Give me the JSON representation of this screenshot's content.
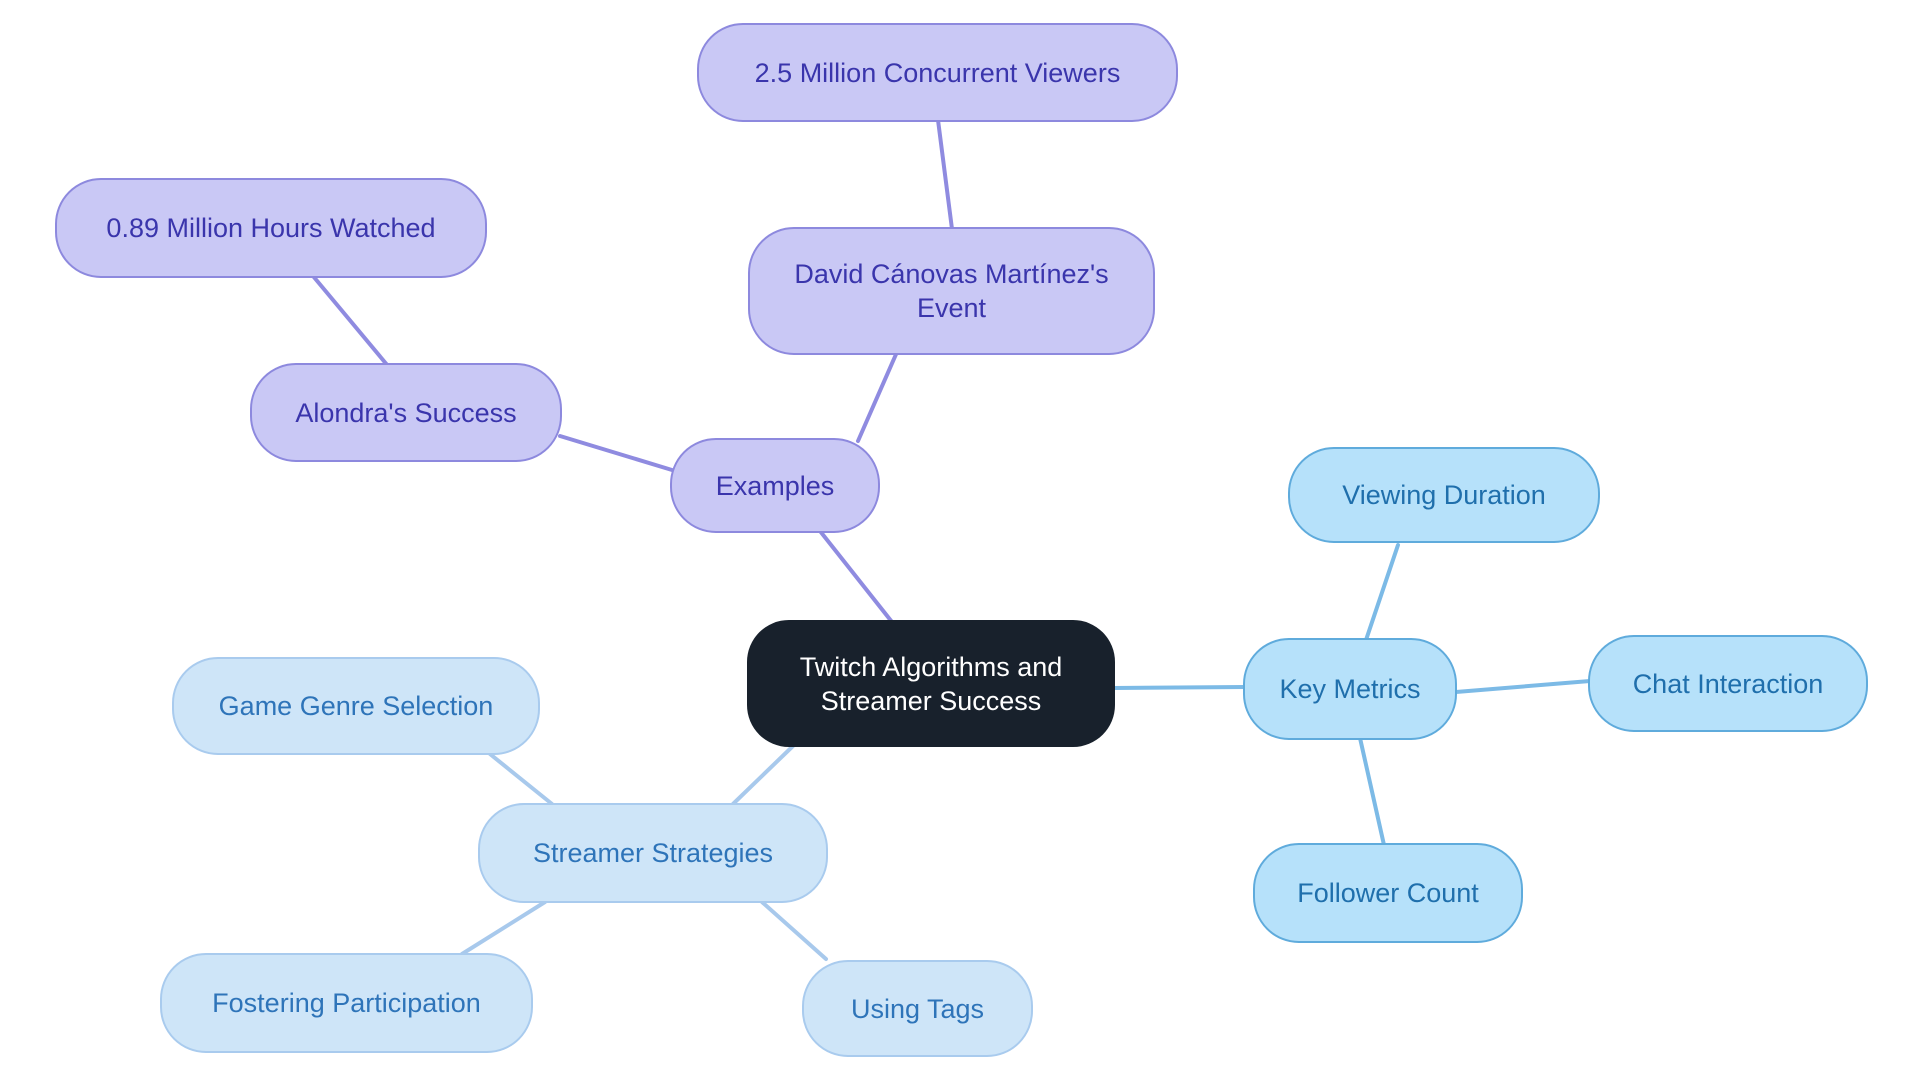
{
  "diagram": {
    "type": "mindmap",
    "topic": "Twitch Algorithms and Streamer Success"
  },
  "nodes": {
    "root": {
      "label": "Twitch Algorithms and Streamer Success"
    },
    "examples": {
      "label": "Examples"
    },
    "alondra": {
      "label": "Alondra's Success"
    },
    "hours": {
      "label": "0.89 Million Hours Watched"
    },
    "david": {
      "label": "David Cánovas Martínez's Event"
    },
    "viewers": {
      "label": "2.5 Million Concurrent Viewers"
    },
    "key_metrics": {
      "label": "Key Metrics"
    },
    "viewing_duration": {
      "label": "Viewing Duration"
    },
    "chat_interaction": {
      "label": "Chat Interaction"
    },
    "follower_count": {
      "label": "Follower Count"
    },
    "strategies": {
      "label": "Streamer Strategies"
    },
    "game_genre": {
      "label": "Game Genre Selection"
    },
    "fostering": {
      "label": "Fostering Participation"
    },
    "using_tags": {
      "label": "Using Tags"
    }
  },
  "edges": [
    {
      "from": "2.5 Million Concurrent Viewers",
      "to": "David Cánovas Martínez's Event"
    },
    {
      "from": "David Cánovas Martínez's Event",
      "to": "Examples"
    },
    {
      "from": "0.89 Million Hours Watched",
      "to": "Alondra's Success"
    },
    {
      "from": "Alondra's Success",
      "to": "Examples"
    },
    {
      "from": "Examples",
      "to": "Twitch Algorithms and Streamer Success"
    },
    {
      "from": "Twitch Algorithms and Streamer Success",
      "to": "Key Metrics"
    },
    {
      "from": "Key Metrics",
      "to": "Viewing Duration"
    },
    {
      "from": "Key Metrics",
      "to": "Chat Interaction"
    },
    {
      "from": "Key Metrics",
      "to": "Follower Count"
    },
    {
      "from": "Twitch Algorithms and Streamer Success",
      "to": "Streamer Strategies"
    },
    {
      "from": "Streamer Strategies",
      "to": "Game Genre Selection"
    },
    {
      "from": "Streamer Strategies",
      "to": "Fostering Participation"
    },
    {
      "from": "Streamer Strategies",
      "to": "Using Tags"
    }
  ],
  "palette": {
    "background": "#FFFFFF",
    "root_fill": "#18212C",
    "root_text": "#FFFFFF",
    "examples_branch": {
      "fill": "#C9C8F5",
      "border": "#8D89DE",
      "text": "#3A35AC",
      "line": "#8F8BE0"
    },
    "key_metrics_branch": {
      "fill": "#B6E1FA",
      "border": "#5FABDC",
      "text": "#1F6FAC",
      "line": "#7CBAE6"
    },
    "strategies_branch": {
      "fill": "#CEE5F8",
      "border": "#A9CBEE",
      "text": "#2E74B9",
      "line": "#A8C9EC"
    }
  }
}
